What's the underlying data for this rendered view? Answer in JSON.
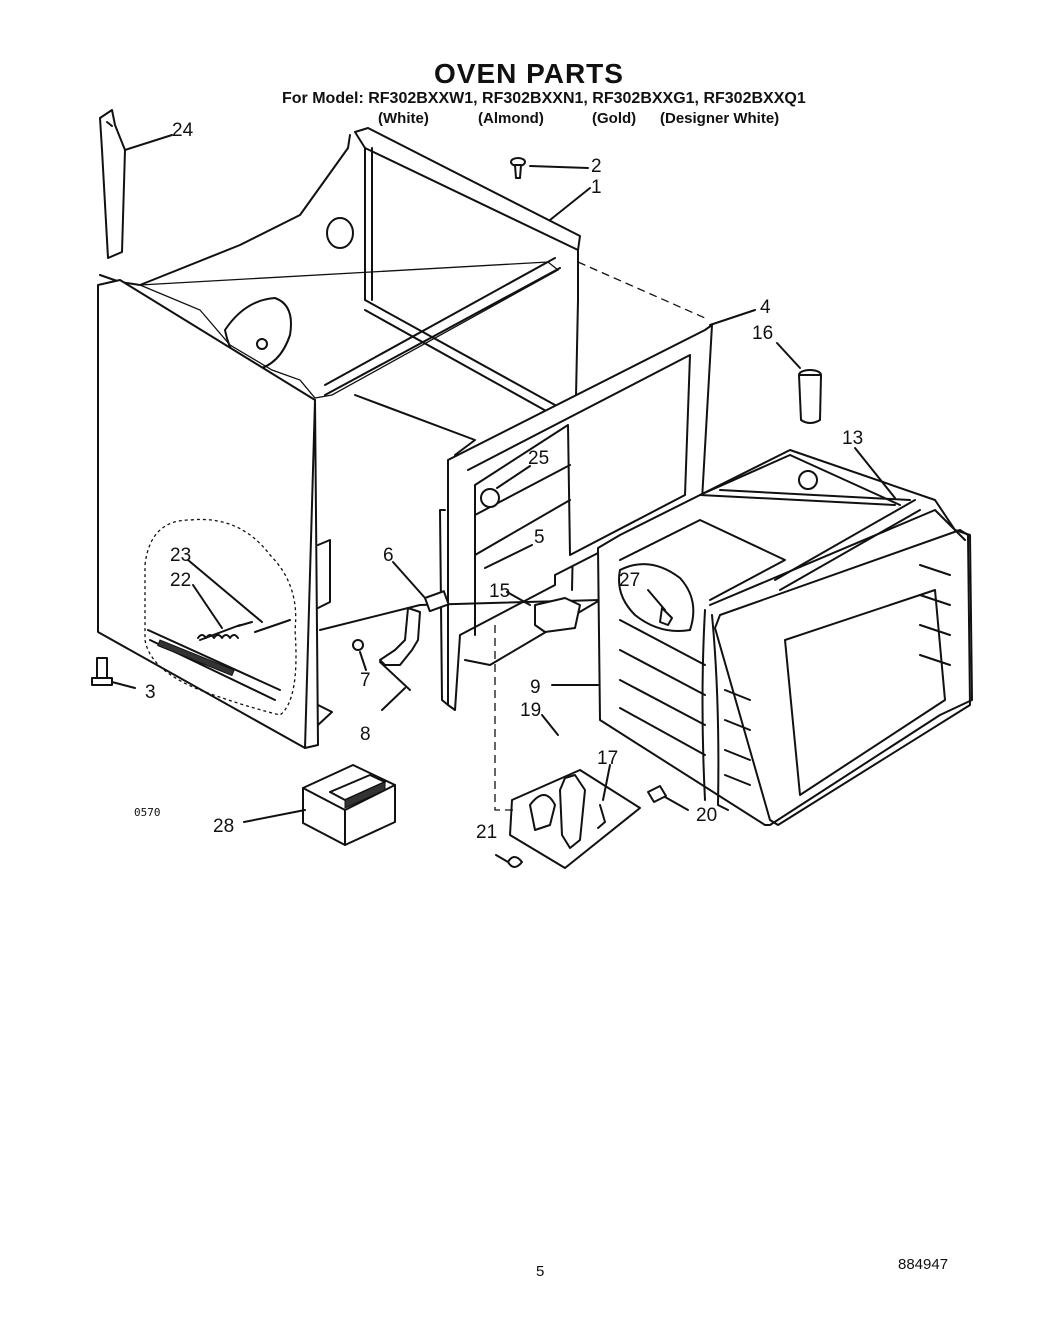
{
  "header": {
    "title": "OVEN PARTS",
    "models": "For Model: RF302BXXW1, RF302BXXN1, RF302BXXG1, RF302BXXQ1",
    "finishes": [
      "(White)",
      "(Almond)",
      "(Gold)",
      "(Designer White)"
    ]
  },
  "diagram": {
    "code": "0570",
    "callouts": [
      "24",
      "2",
      "1",
      "4",
      "16",
      "13",
      "25",
      "5",
      "6",
      "15",
      "23",
      "22",
      "27",
      "3",
      "7",
      "8",
      "9",
      "19",
      "17",
      "20",
      "28",
      "21"
    ]
  },
  "footer": {
    "page": "5",
    "doc": "884947"
  }
}
